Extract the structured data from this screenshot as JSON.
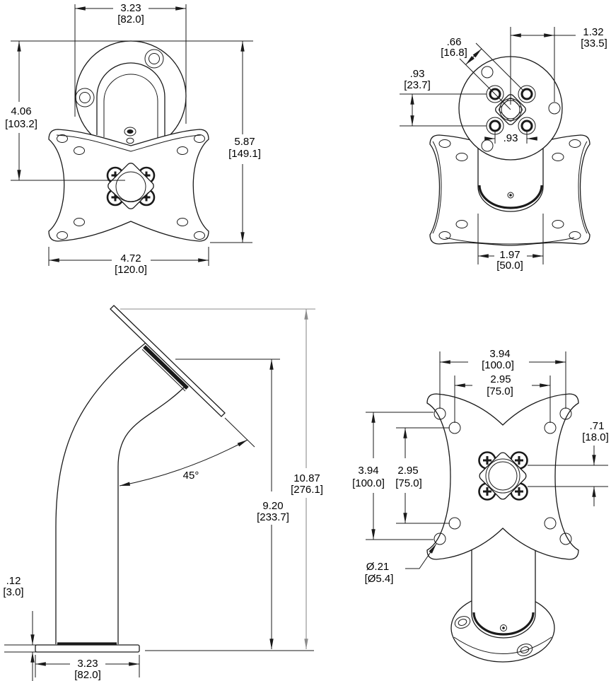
{
  "drawing": {
    "type": "engineering-dimension-drawing",
    "subject": "45-degree VESA monitor mount, 4 orthographic views",
    "units": "inches [mm]",
    "colors": {
      "line": "#1a1a1a",
      "alt_dim_line": "#8c8c8c",
      "background": "#ffffff",
      "text": "#000000"
    },
    "views": {
      "front": {
        "label": "front view (top-left)",
        "dims": {
          "top_width_in": "3.23",
          "top_width_mm": "[82.0]",
          "left_height_in": "4.06",
          "left_height_mm": "[103.2]",
          "right_height_in": "5.87",
          "right_height_mm": "[149.1]",
          "bottom_width_in": "4.72",
          "bottom_width_mm": "[120.0]"
        }
      },
      "top": {
        "label": "top view (top-right)",
        "dims": {
          "pad_diagonal_in": ".66",
          "pad_diagonal_mm": "[16.8]",
          "hole_offset_in": "1.32",
          "hole_offset_mm": "[33.5]",
          "hole_spacing_v_in": ".93",
          "hole_spacing_v_mm": "[23.7]",
          "hole_spacing_h_in": ".93",
          "tube_dia_in": "1.97",
          "tube_dia_mm": "[50.0]"
        }
      },
      "side": {
        "label": "side view (bottom-left)",
        "dims": {
          "bend_angle": "45°",
          "plate_height_in": "9.20",
          "plate_height_mm": "[233.7]",
          "total_height_in": "10.87",
          "total_height_mm": "[276.1]",
          "base_thickness_in": ".12",
          "base_thickness_mm": "[3.0]",
          "base_width_in": "3.23",
          "base_width_mm": "[82.0]"
        }
      },
      "back": {
        "label": "back view (bottom-right)",
        "dims": {
          "vesa100_h_in": "3.94",
          "vesa100_h_mm": "[100.0]",
          "vesa75_h_in": "2.95",
          "vesa75_h_mm": "[75.0]",
          "vesa100_v_in": "3.94",
          "vesa100_v_mm": "[100.0]",
          "vesa75_v_in": "2.95",
          "vesa75_v_mm": "[75.0]",
          "pad_offset_in": ".71",
          "pad_offset_mm": "[18.0]",
          "hole_dia_in": "Ø.21",
          "hole_dia_mm": "[Ø5.4]"
        }
      }
    }
  }
}
